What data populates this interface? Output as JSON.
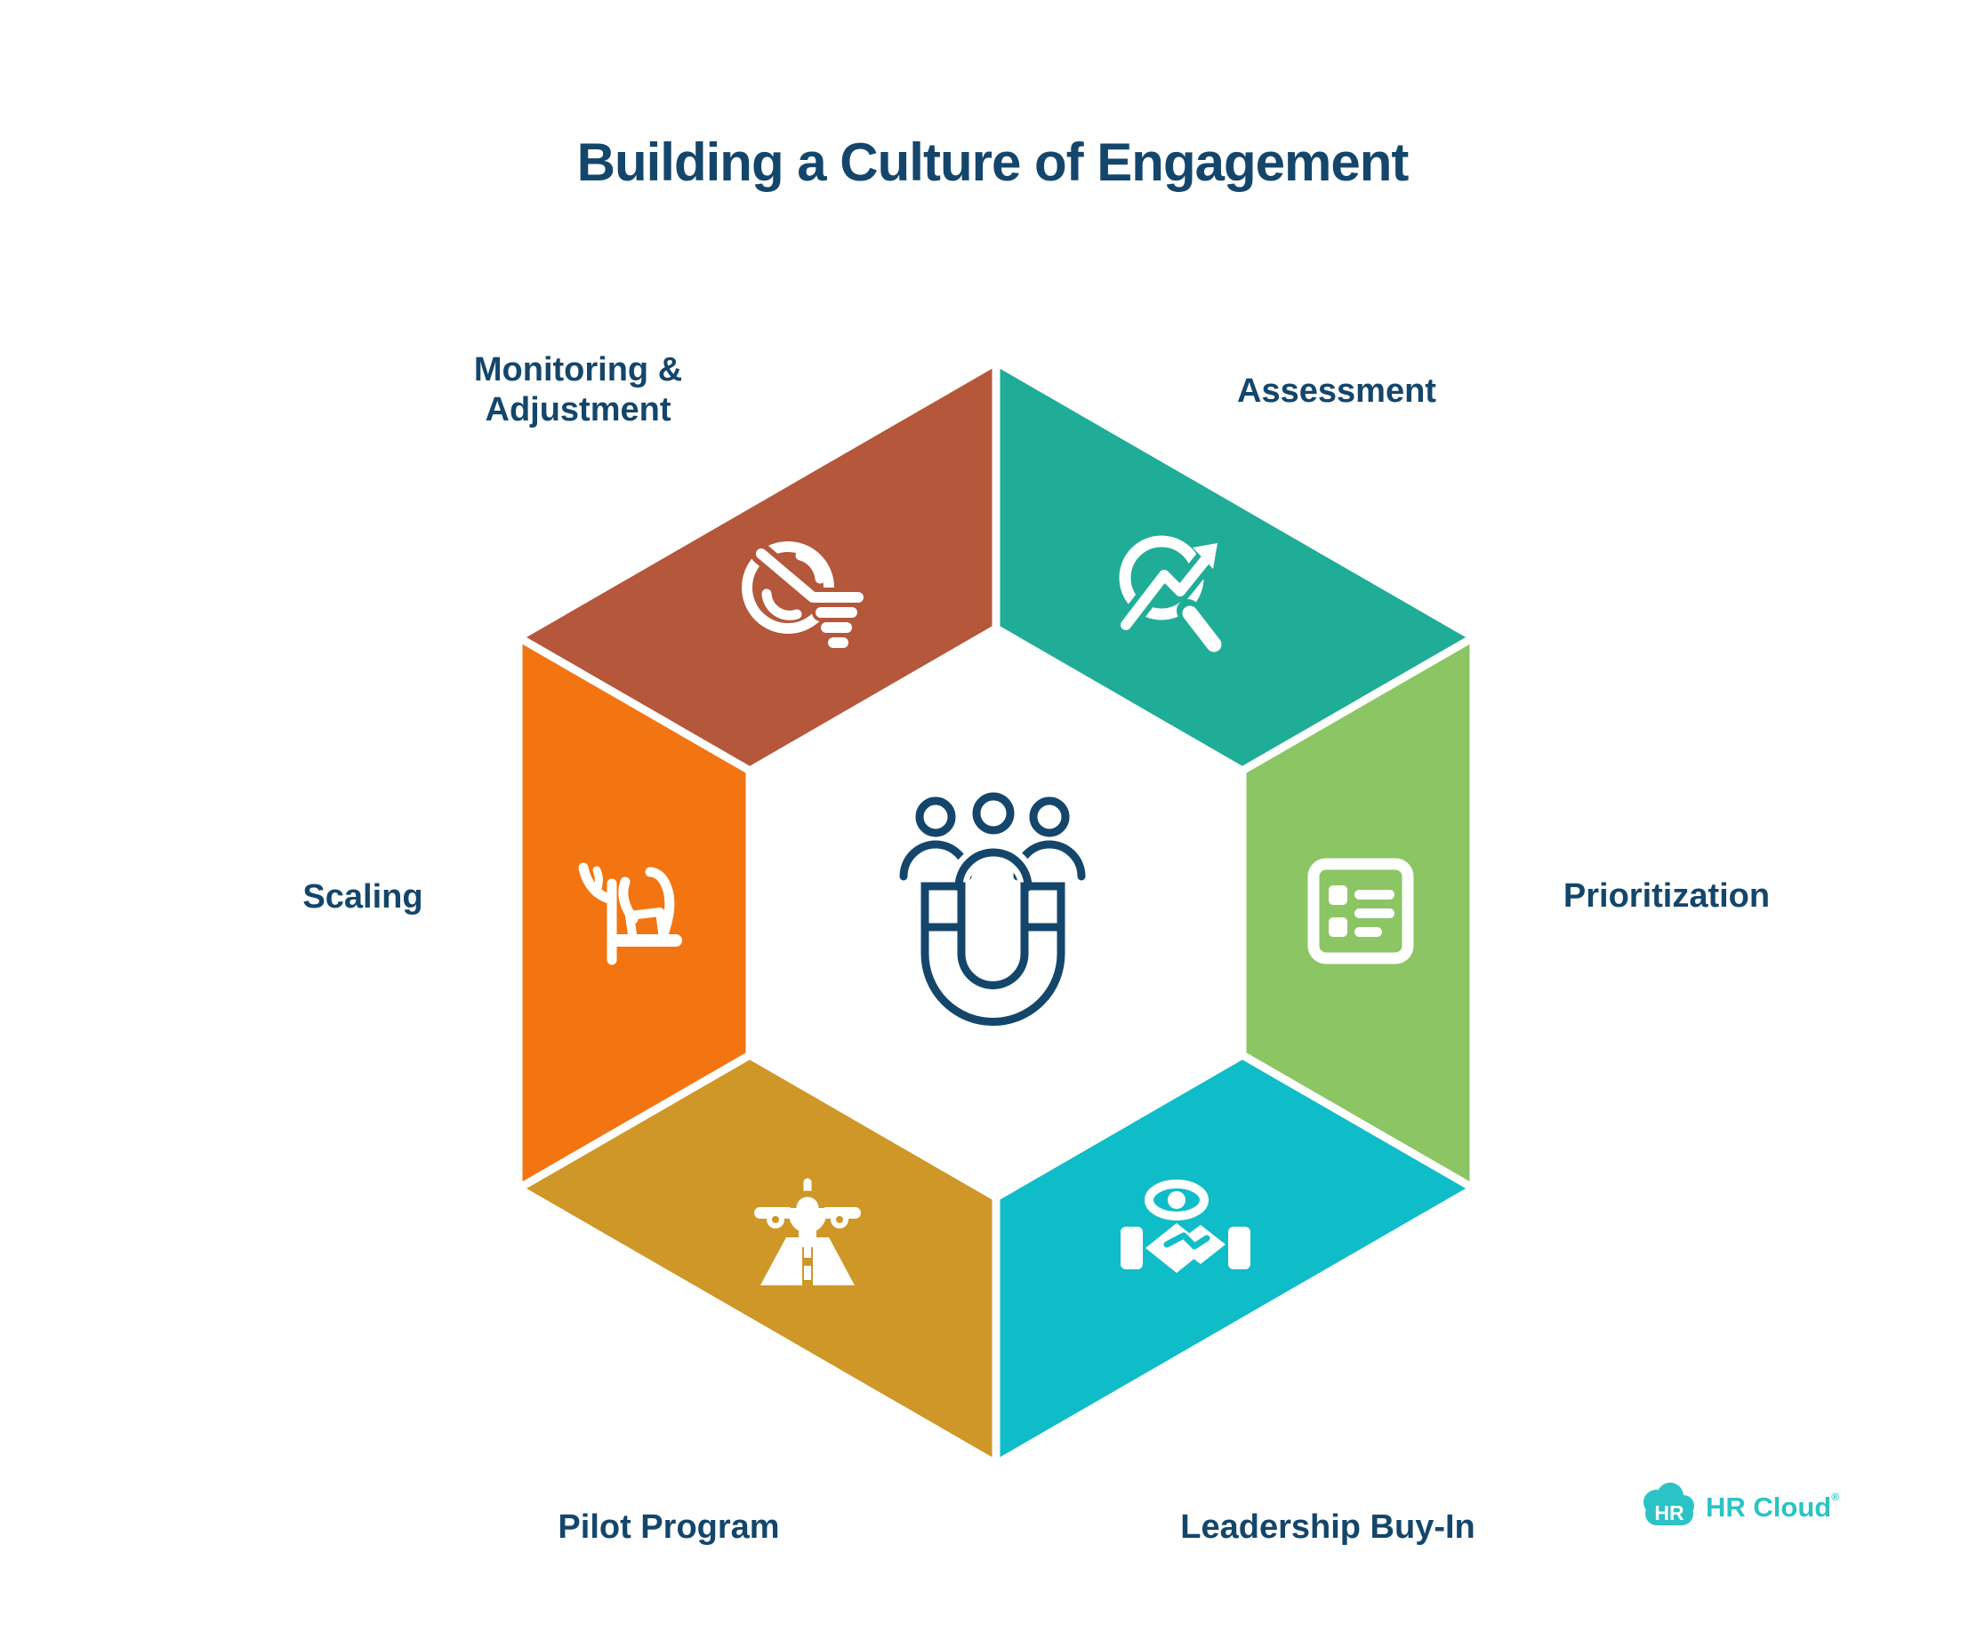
{
  "title": "Building a Culture of Engagement",
  "text_color": "#14466b",
  "segments": [
    {
      "id": "assessment",
      "label": "Assessment",
      "color": "#20ad97",
      "icon": "magnifier-trend-arrow-icon"
    },
    {
      "id": "prioritization",
      "label": "Prioritization",
      "color": "#8cc564",
      "icon": "checklist-panel-icon"
    },
    {
      "id": "leadership",
      "label": "Leadership Buy-In",
      "color": "#0fbdc8",
      "icon": "handshake-eye-icon"
    },
    {
      "id": "pilot",
      "label": "Pilot Program",
      "color": "#cf9728",
      "icon": "airplane-runway-icon"
    },
    {
      "id": "scaling",
      "label": "Scaling",
      "color": "#f37511",
      "icon": "growth-plant-icon"
    },
    {
      "id": "monitoring",
      "label": "Monitoring & Adjustment",
      "color": "#b4573a",
      "icon": "monitoring-gauge-icon"
    }
  ],
  "center_icon": {
    "name": "magnet-attracting-people",
    "color": "#14466b"
  },
  "logo": {
    "badge": "HR",
    "brand": "HR Cloud",
    "registered": "®",
    "color": "#2bc3c5"
  }
}
